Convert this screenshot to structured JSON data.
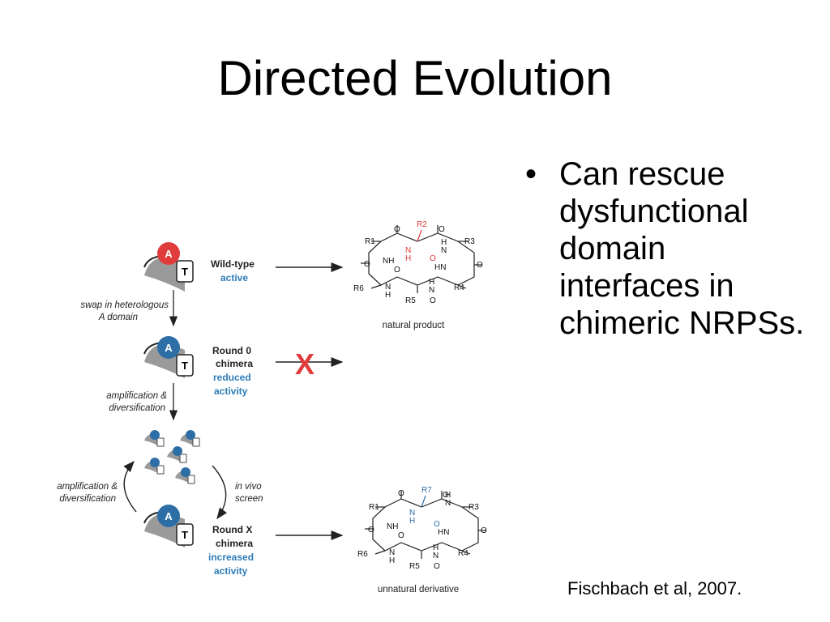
{
  "slide": {
    "title": "Directed Evolution",
    "bullets": [
      "Can rescue dysfunctional domain interfaces in chimeric NRPSs."
    ],
    "citation": "Fischbach et al, 2007."
  },
  "figure": {
    "wild_type": {
      "line1": "Wild-type",
      "line2": "active"
    },
    "swap_label": {
      "line1": "swap in heterologous",
      "line2": "A domain"
    },
    "round0": {
      "line1": "Round 0",
      "line2": "chimera",
      "line3": "reduced",
      "line4": "activity"
    },
    "amp1": {
      "line1": "amplification &",
      "line2": "diversification"
    },
    "amp2": {
      "line1": "amplification &",
      "line2": "diversification"
    },
    "screen": {
      "line1": "in vivo",
      "line2": "screen"
    },
    "roundx": {
      "line1": "Round X",
      "line2": "chimera",
      "line3": "increased",
      "line4": "activity"
    },
    "block_mark": "X",
    "domain_a": "A",
    "domain_t": "T",
    "natural_caption": "natural product",
    "unnatural_caption": "unnatural derivative",
    "chem_labels": {
      "r1": "R1",
      "r2": "R2",
      "r3": "R3",
      "r4": "R4",
      "r5": "R5",
      "r6": "R6",
      "r7": "R7",
      "o": "O",
      "n": "N",
      "h": "H",
      "nh": "NH",
      "hn": "HN"
    },
    "colors": {
      "red": "#e03c3c",
      "blue": "#2e6ea6",
      "text_blue": "#2e7cb8",
      "gray": "#9a9a9a"
    }
  }
}
